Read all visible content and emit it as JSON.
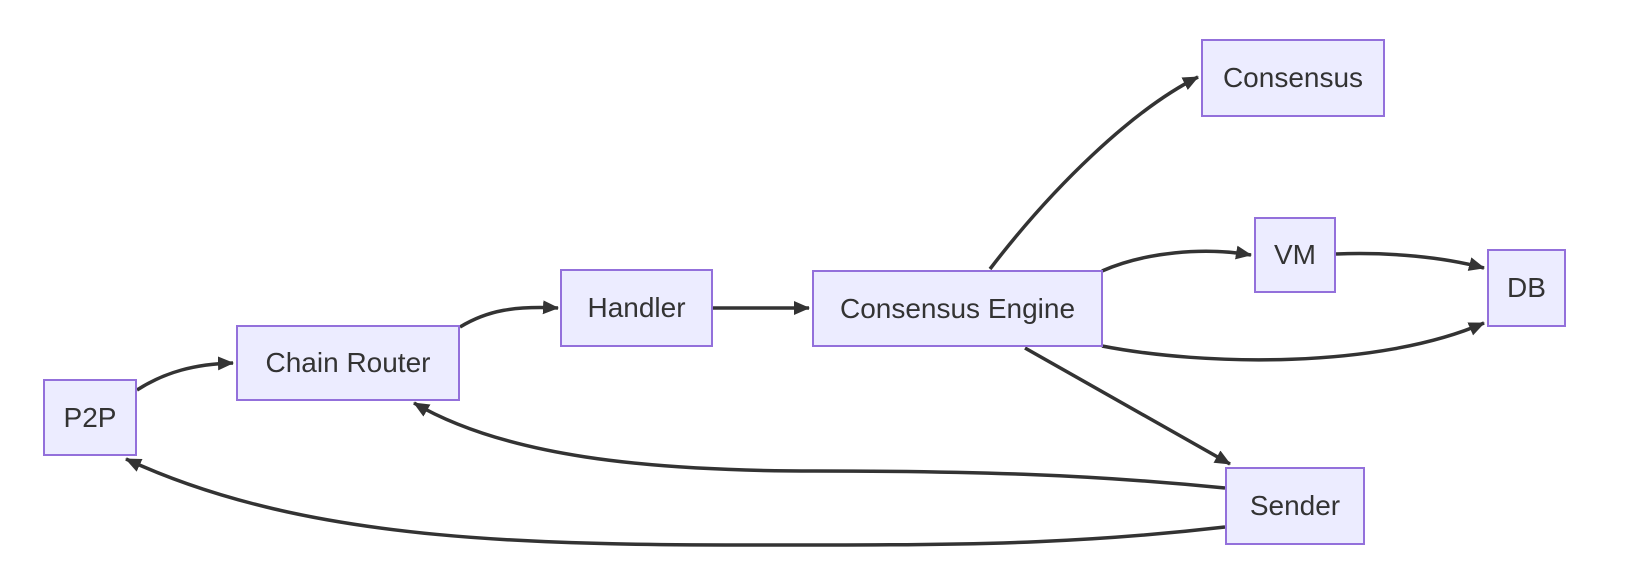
{
  "diagram": {
    "type": "flowchart",
    "background_color": "#ffffff",
    "colors": {
      "node_fill": "#ECECFF",
      "node_border": "#9370DB",
      "edge": "#333333",
      "text": "#333333"
    },
    "nodes": [
      {
        "id": "p2p",
        "label": "P2P"
      },
      {
        "id": "chain-router",
        "label": "Chain Router"
      },
      {
        "id": "handler",
        "label": "Handler"
      },
      {
        "id": "consensus-engine",
        "label": "Consensus Engine"
      },
      {
        "id": "consensus",
        "label": "Consensus"
      },
      {
        "id": "vm",
        "label": "VM"
      },
      {
        "id": "db",
        "label": "DB"
      },
      {
        "id": "sender",
        "label": "Sender"
      }
    ],
    "edges": [
      {
        "from": "p2p",
        "to": "chain-router"
      },
      {
        "from": "chain-router",
        "to": "handler"
      },
      {
        "from": "handler",
        "to": "consensus-engine"
      },
      {
        "from": "consensus-engine",
        "to": "consensus"
      },
      {
        "from": "consensus-engine",
        "to": "vm"
      },
      {
        "from": "vm",
        "to": "db"
      },
      {
        "from": "consensus-engine",
        "to": "db"
      },
      {
        "from": "consensus-engine",
        "to": "sender"
      },
      {
        "from": "sender",
        "to": "chain-router"
      },
      {
        "from": "sender",
        "to": "p2p"
      }
    ]
  }
}
